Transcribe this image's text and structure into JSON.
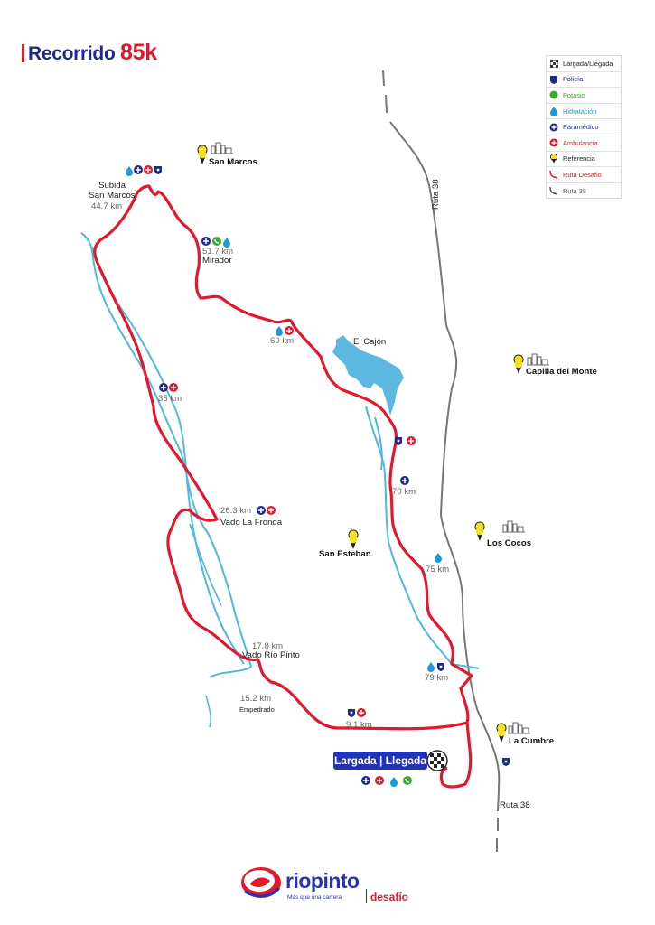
{
  "title": {
    "prefix": "Recorrido",
    "distance": "85k"
  },
  "legend": [
    {
      "icon": "checkered-flag-icon",
      "label": "Largada/Llegada",
      "color": "#222222"
    },
    {
      "icon": "police-badge-icon",
      "label": "Policía",
      "color": "#1f2a8a"
    },
    {
      "icon": "potassium-icon",
      "label": "Potasio",
      "color": "#3aa935"
    },
    {
      "icon": "water-drop-icon",
      "label": "Hidratación",
      "color": "#1c9ad6"
    },
    {
      "icon": "paramedic-cross-icon",
      "label": "Paramédico",
      "color": "#1f2a8a"
    },
    {
      "icon": "ambulance-cross-icon",
      "label": "Ambulancia",
      "color": "#e3182d"
    },
    {
      "icon": "reference-pin-icon",
      "label": "Referencia",
      "color": "#222222"
    },
    {
      "icon": "route-red-icon",
      "label": "Ruta Desafio",
      "color": "#e3182d"
    },
    {
      "icon": "route-gray-icon",
      "label": "Ruta 38",
      "color": "#555555"
    }
  ],
  "towns": {
    "san_marcos": "San Marcos",
    "capilla": "Capilla del Monte",
    "los_cocos": "Los Cocos",
    "san_esteban": "San Esteban",
    "la_cumbre": "La Cumbre"
  },
  "places": {
    "el_cajon": "El Cajón",
    "ruta38_upper": "Ruta 38",
    "ruta38_lower": "Ruta 38"
  },
  "checkpoints": {
    "subida_title": "Subida\nSan Marcos",
    "subida_km": "44.7 km",
    "mirador_km": "51.7 km",
    "mirador_name": "Mirador",
    "km60": "60 km",
    "km35": "35 km",
    "fronda_km": "26.3 km",
    "fronda_name": "Vado La Fronda",
    "km70": "70 km",
    "km75": "75 km",
    "km79": "79 km",
    "rio_pinto_km": "17.8 km",
    "rio_pinto_name": "Vado Río Pinto",
    "empedrado_km": "15.2 km",
    "empedrado_name": "Empedrado",
    "km9": "9.1 km"
  },
  "start": {
    "label": "Largada | Llegada"
  },
  "brand": {
    "name": "riopinto",
    "tagline": "Más que una carrera",
    "desafio": "desafío"
  },
  "colors": {
    "route": "#e3182d",
    "river": "#4db8e0",
    "road": "#777777",
    "brand": "#2233b5",
    "pin": "#f2e21f"
  }
}
